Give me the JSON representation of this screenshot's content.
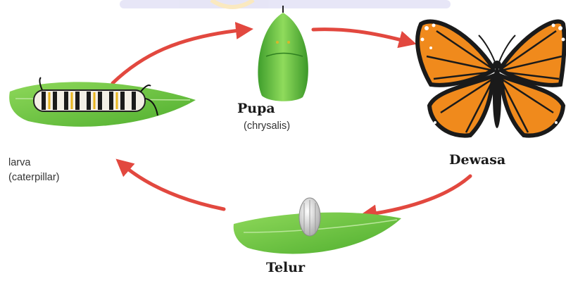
{
  "stages": {
    "pupa": {
      "name": "Pupa",
      "note": "(chrysalis)"
    },
    "adult": {
      "name": "Dewasa"
    },
    "egg": {
      "name": "Telur"
    },
    "larva": {
      "name": "larva",
      "note": "(caterpillar)"
    }
  },
  "colors": {
    "arrow": "#e2483f",
    "leaf": "#6fc63c",
    "leaf_dark": "#3f9a2a",
    "wing_orange": "#f08a1c",
    "wing_black": "#1a1a1a",
    "watermark": "#b9b7e8"
  },
  "cycle_order": [
    "egg",
    "larva",
    "pupa",
    "adult"
  ]
}
